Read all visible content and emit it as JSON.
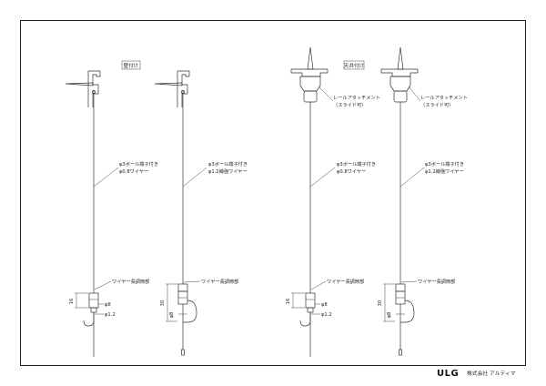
{
  "tags": {
    "wall": "壁付け",
    "ceiling": "天井付け"
  },
  "labels": {
    "rail_attachment_1": "レールアタッチメント",
    "rail_attachment_2": "（スライド可）",
    "wire_a_1": "φ3ボール端子付き",
    "wire_a_2": "φ0.8ワイヤー",
    "wire_b_1": "φ3ボール端子付き",
    "wire_b_2": "φ1.2補強ワイヤー",
    "adjuster": "ワイヤー長調節部",
    "dim_16": "16",
    "dim_30": "30",
    "dim_phi8": "φ8",
    "dim_phi12": "φ1.2"
  },
  "footer": {
    "brand": "ULG",
    "company": "株式会社 アルティマ"
  }
}
